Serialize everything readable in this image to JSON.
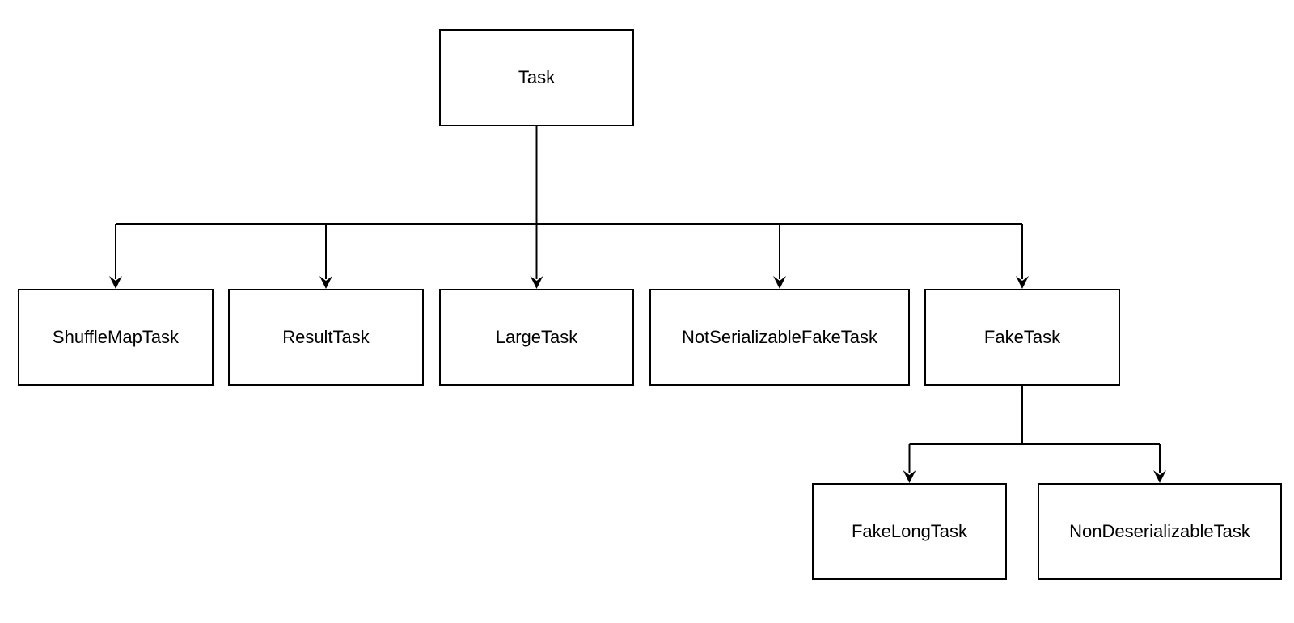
{
  "diagram": {
    "nodes": {
      "task": "Task",
      "shufflemaptask": "ShuffleMapTask",
      "resulttask": "ResultTask",
      "largetask": "LargeTask",
      "notserializablefaketask": "NotSerializableFakeTask",
      "faketask": "FakeTask",
      "fakelongtask": "FakeLongTask",
      "nondeserializabletask": "NonDeserializableTask"
    },
    "edges": [
      {
        "from": "task",
        "to": "shufflemaptask"
      },
      {
        "from": "task",
        "to": "resulttask"
      },
      {
        "from": "task",
        "to": "largetask"
      },
      {
        "from": "task",
        "to": "notserializablefaketask"
      },
      {
        "from": "task",
        "to": "faketask"
      },
      {
        "from": "faketask",
        "to": "fakelongtask"
      },
      {
        "from": "faketask",
        "to": "nondeserializabletask"
      }
    ],
    "colors": {
      "stroke": "#000000",
      "fill": "#ffffff",
      "text": "#000000"
    }
  }
}
